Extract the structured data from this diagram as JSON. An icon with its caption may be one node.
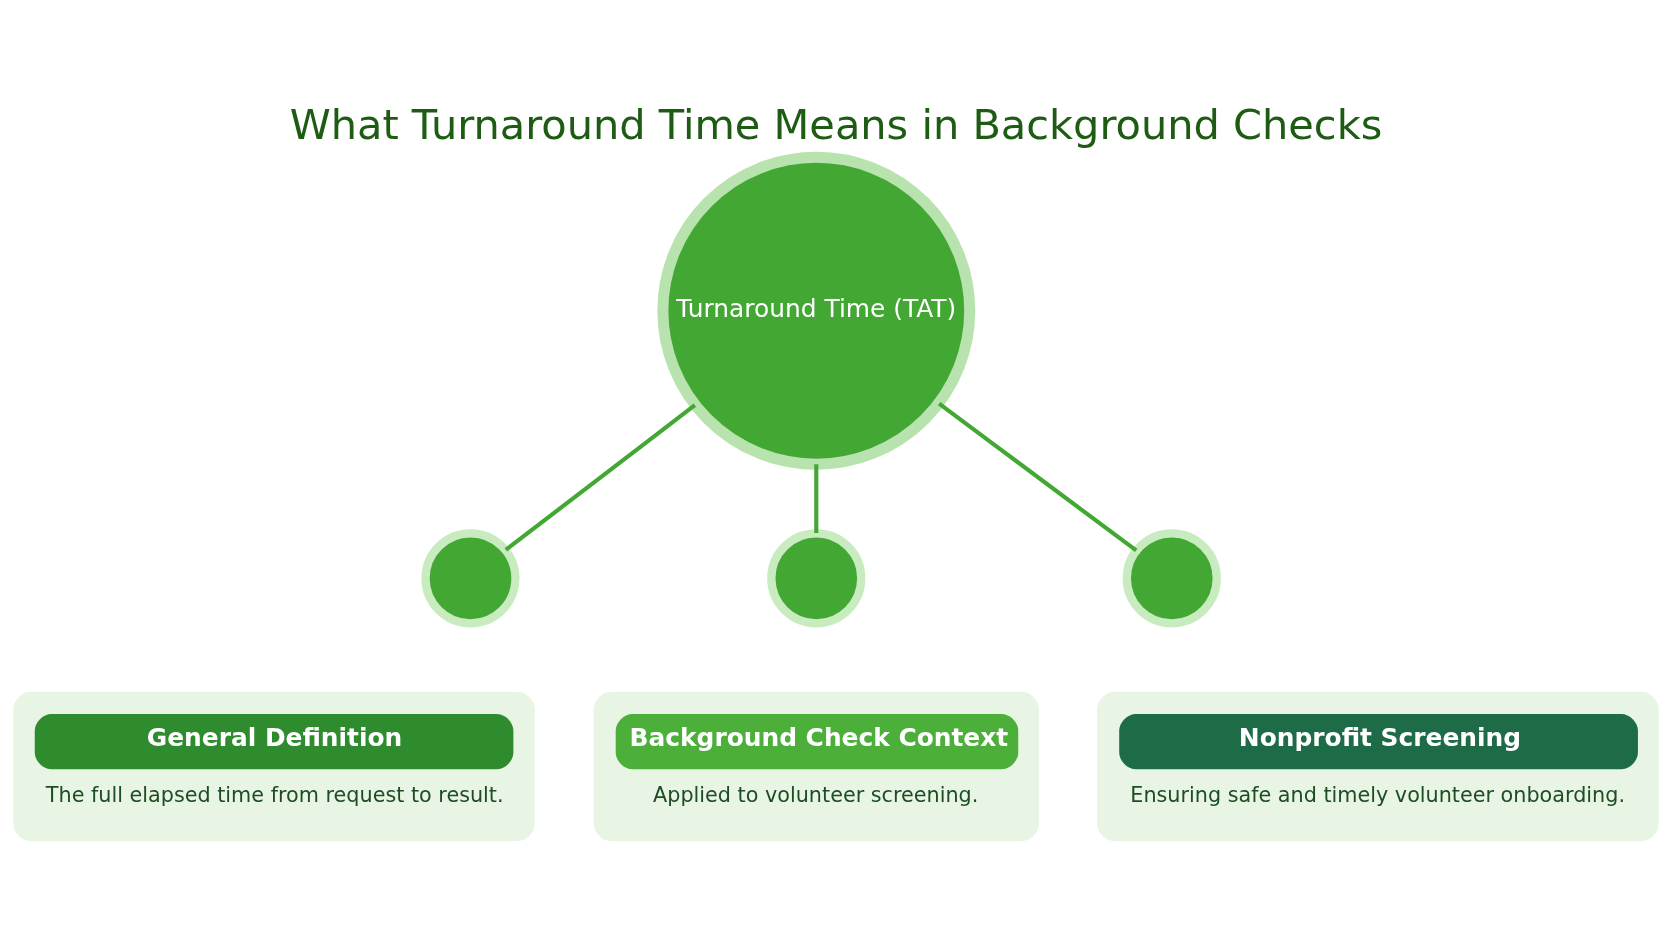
{
  "diagram": {
    "title": "What Turnaround Time Means in Background Checks",
    "nodes": [
      {
        "text": [
          "Turnaround Time (TAT)"
        ]
      },
      {
        "text": [],
        "shape": "circle"
      },
      {
        "text": [],
        "shape": "circle"
      },
      {
        "text": [],
        "shape": "circle"
      },
      {
        "text": [
          "General Definition",
          "The full elapsed time from request to result."
        ]
      },
      {
        "text": [
          "Background Check Context",
          "Applied to volunteer screening."
        ]
      },
      {
        "text": [
          "Nonprofit Screening",
          "Ensuring safe and timely volunteer onboarding."
        ]
      }
    ],
    "edges": [
      {
        "from": 0,
        "to": 1,
        "arrow": "none"
      },
      {
        "from": 0,
        "to": 2,
        "arrow": "none"
      },
      {
        "from": 0,
        "to": 3,
        "arrow": "none"
      }
    ]
  }
}
